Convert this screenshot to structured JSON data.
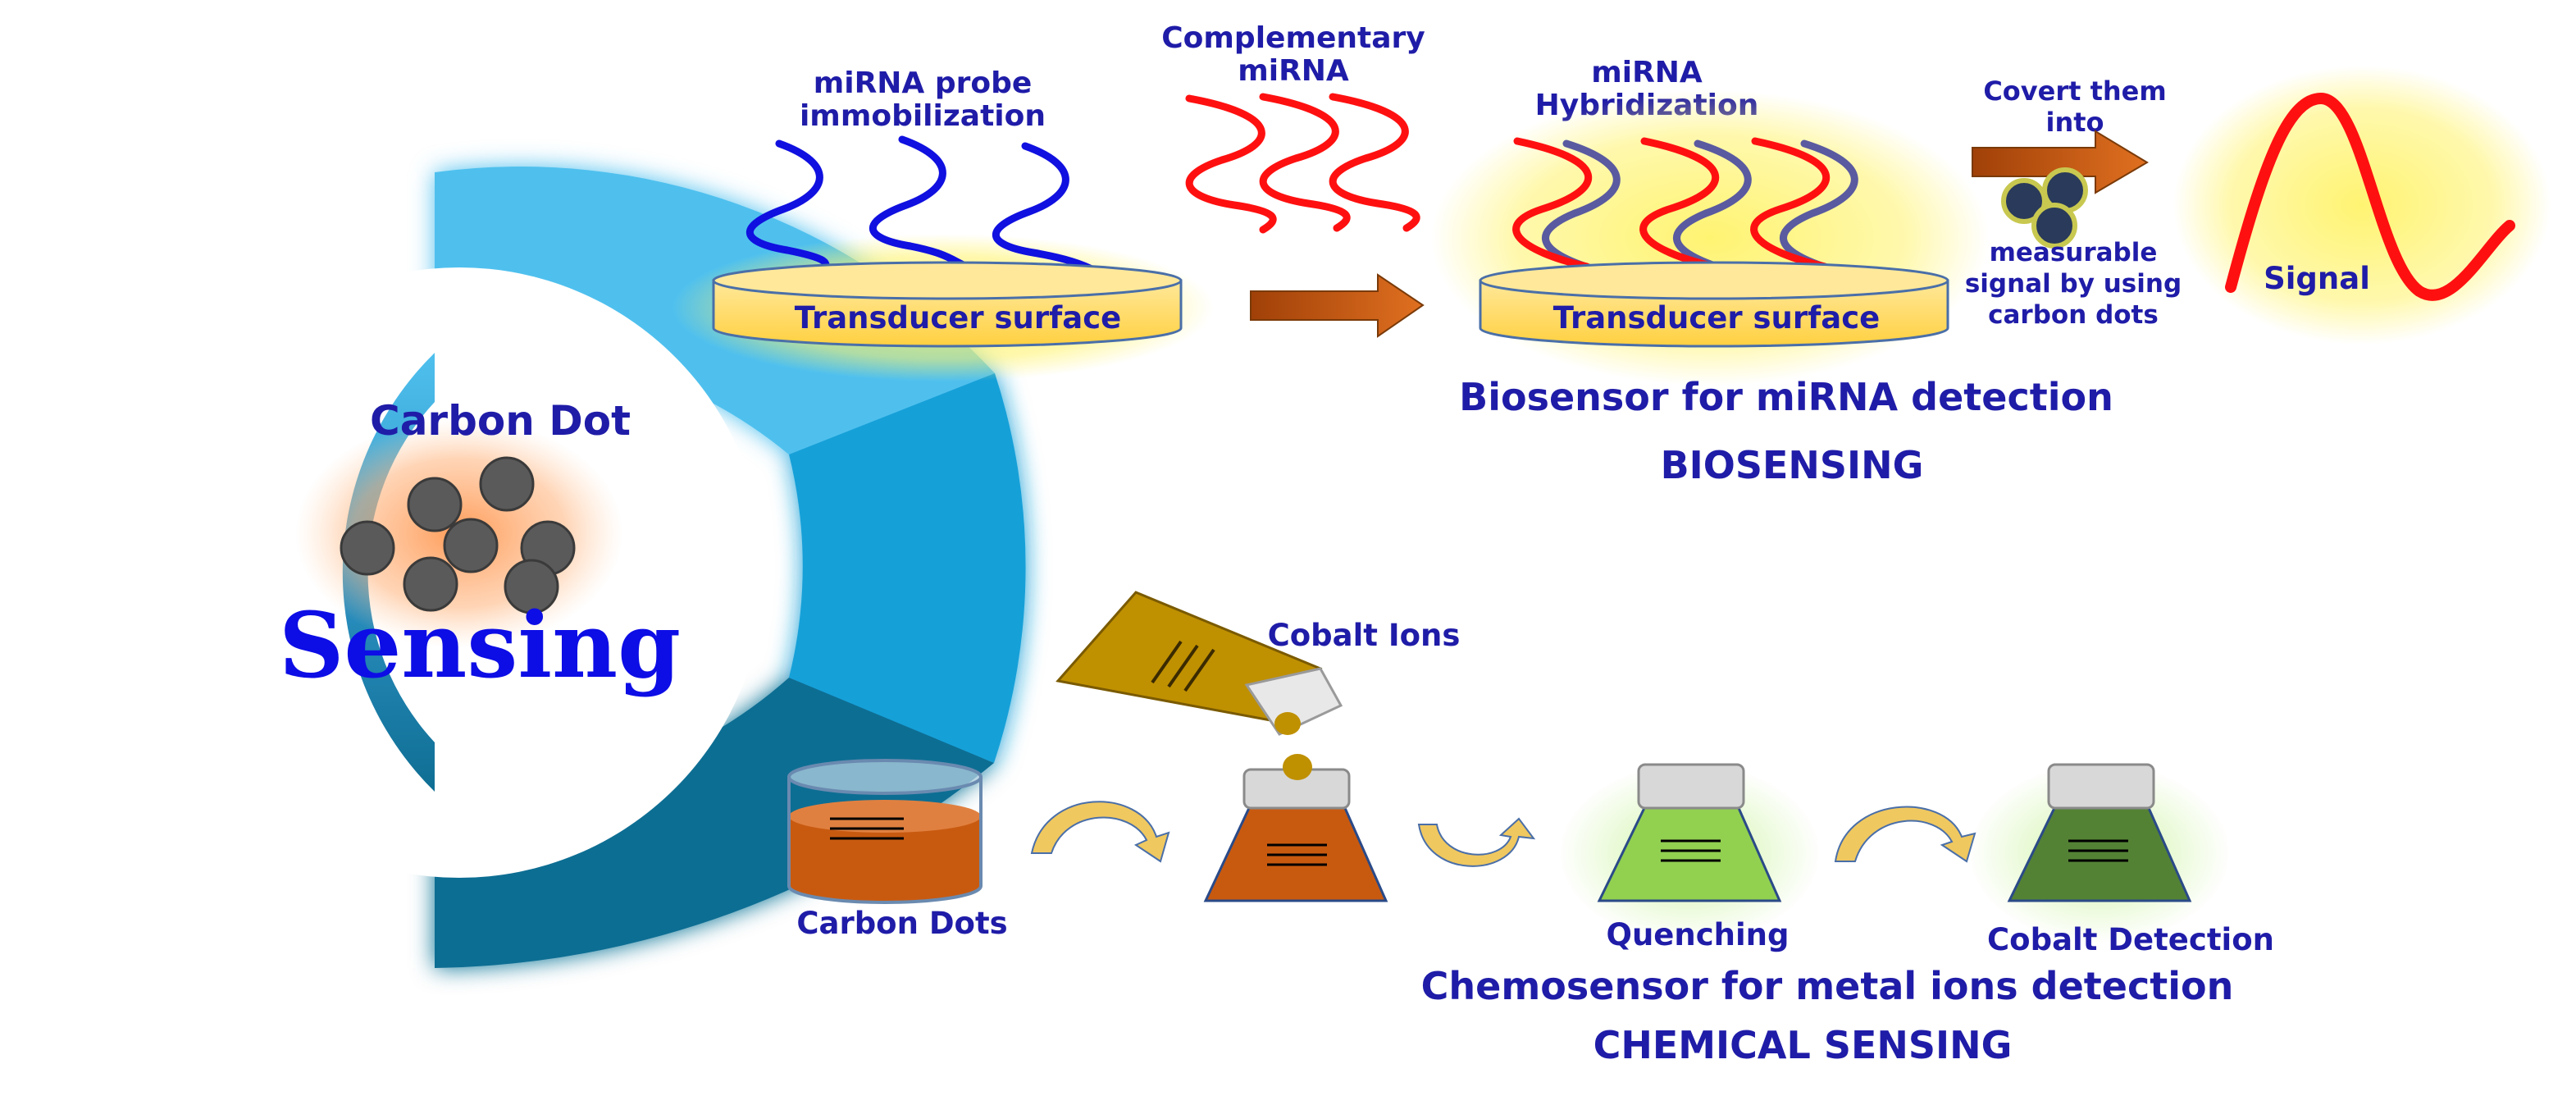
{
  "center": {
    "title": "Carbon Dot",
    "subtitle": "Sensing"
  },
  "biosensing": {
    "probe_label_line1": "miRNA probe",
    "probe_label_line2": "immobilization",
    "complementary_line1": "Complementary",
    "complementary_line2": "miRNA",
    "hybrid_line1": "miRNA",
    "hybrid_line2": "Hybridization",
    "convert_line1": "Covert them",
    "convert_line2": "into",
    "measurable_line1": "measurable",
    "measurable_line2": "signal by using",
    "measurable_line3": "carbon dots",
    "signal_label": "Signal",
    "transducer_label_1": "Transducer surface",
    "transducer_label_2": "Transducer surface",
    "caption": "Biosensor for miRNA detection",
    "section_title": "BIOSENSING"
  },
  "chemical": {
    "cobalt_label": "Cobalt Ions",
    "carbon_dots_label": "Carbon Dots",
    "quenching_label": "Quenching",
    "detection_label": "Cobalt Detection",
    "caption": "Chemosensor for metal ions detection",
    "section_title": "CHEMICAL SENSING"
  },
  "colors": {
    "label_text": "#1f1ca8",
    "sensing_text": "#0d0de6",
    "dna_probe": "#1010e0",
    "dna_complementary": "#ff1010",
    "dna_backbone": "#5a5aa0",
    "transducer": "#ffd860",
    "arrow": "#c85a10",
    "ring_light": "#4fc0ee",
    "ring_mid": "#17a0d8",
    "ring_dark": "#0f6e93",
    "carbon_dot": "#5a5a5a",
    "solution_orange": "#c85a10",
    "solution_green": "#92d050",
    "solution_dark_green": "#548235",
    "cobalt_bottle": "#bf9000"
  },
  "icons": [
    "dna-strand-icon",
    "beaker-icon",
    "flask-icon",
    "bottle-icon",
    "curved-arrow-icon",
    "signal-peak-icon"
  ]
}
